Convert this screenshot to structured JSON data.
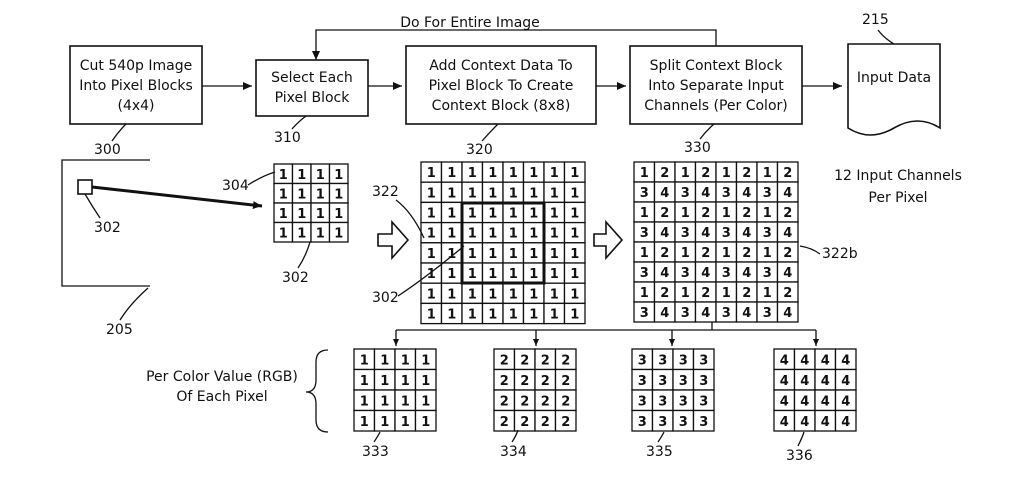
{
  "flow": {
    "loop_label": "Do For Entire Image",
    "steps": [
      {
        "lines": [
          "Cut 540p Image",
          "Into Pixel Blocks",
          "(4x4)"
        ],
        "ref": "300"
      },
      {
        "lines": [
          "Select Each",
          "Pixel Block"
        ],
        "ref": "310"
      },
      {
        "lines": [
          "Add Context Data To",
          "Pixel Block To Create",
          "Context Block (8x8)"
        ],
        "ref": "320"
      },
      {
        "lines": [
          "Split Context Block",
          "Into Separate Input",
          "Channels (Per Color)"
        ],
        "ref": "330"
      }
    ],
    "output": {
      "label": "Input Data",
      "ref": "215",
      "caption_lines": [
        "12 Input Channels",
        "Per Pixel"
      ]
    }
  },
  "image_panel": {
    "ref": "205",
    "pixel_ref": "302"
  },
  "pixel_block": {
    "ref_left": "304",
    "ref_bottom": "302",
    "cells": [
      [
        "1",
        "1",
        "1",
        "1"
      ],
      [
        "1",
        "1",
        "1",
        "1"
      ],
      [
        "1",
        "1",
        "1",
        "1"
      ],
      [
        "1",
        "1",
        "1",
        "1"
      ]
    ]
  },
  "context_block": {
    "ref_context": "322",
    "ref_pixel": "302",
    "cells": [
      [
        "1",
        "1",
        "1",
        "1",
        "1",
        "1",
        "1",
        "1"
      ],
      [
        "1",
        "1",
        "1",
        "1",
        "1",
        "1",
        "1",
        "1"
      ],
      [
        "1",
        "1",
        "1",
        "1",
        "1",
        "1",
        "1",
        "1"
      ],
      [
        "1",
        "1",
        "1",
        "1",
        "1",
        "1",
        "1",
        "1"
      ],
      [
        "1",
        "1",
        "1",
        "1",
        "1",
        "1",
        "1",
        "1"
      ],
      [
        "1",
        "1",
        "1",
        "1",
        "1",
        "1",
        "1",
        "1"
      ],
      [
        "1",
        "1",
        "1",
        "1",
        "1",
        "1",
        "1",
        "1"
      ],
      [
        "1",
        "1",
        "1",
        "1",
        "1",
        "1",
        "1",
        "1"
      ]
    ]
  },
  "split_block": {
    "ref": "322b",
    "cells": [
      [
        "1",
        "2",
        "1",
        "2",
        "1",
        "2",
        "1",
        "2"
      ],
      [
        "3",
        "4",
        "3",
        "4",
        "3",
        "4",
        "3",
        "4"
      ],
      [
        "1",
        "2",
        "1",
        "2",
        "1",
        "2",
        "1",
        "2"
      ],
      [
        "3",
        "4",
        "3",
        "4",
        "3",
        "4",
        "3",
        "4"
      ],
      [
        "1",
        "2",
        "1",
        "2",
        "1",
        "2",
        "1",
        "2"
      ],
      [
        "3",
        "4",
        "3",
        "4",
        "3",
        "4",
        "3",
        "4"
      ],
      [
        "1",
        "2",
        "1",
        "2",
        "1",
        "2",
        "1",
        "2"
      ],
      [
        "3",
        "4",
        "3",
        "4",
        "3",
        "4",
        "3",
        "4"
      ]
    ]
  },
  "channels": {
    "brace_label_lines": [
      "Per Color Value (RGB)",
      "Of Each Pixel"
    ],
    "items": [
      {
        "ref": "333",
        "value": "1"
      },
      {
        "ref": "334",
        "value": "2"
      },
      {
        "ref": "335",
        "value": "3"
      },
      {
        "ref": "336",
        "value": "4"
      }
    ]
  }
}
